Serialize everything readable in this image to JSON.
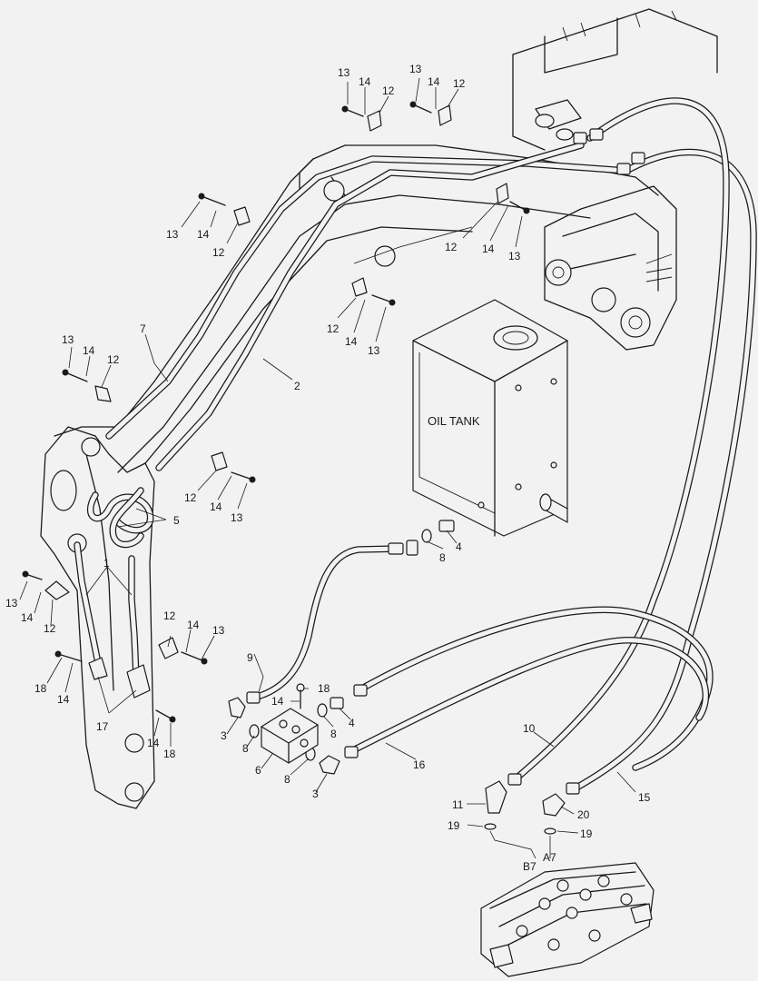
{
  "diagram": {
    "tank_label": "OIL TANK",
    "callouts": [
      {
        "text": "13"
      },
      {
        "text": "14"
      },
      {
        "text": "12"
      },
      {
        "text": "13"
      },
      {
        "text": "14"
      },
      {
        "text": "12"
      },
      {
        "text": "13"
      },
      {
        "text": "14"
      },
      {
        "text": "12"
      },
      {
        "text": "12"
      },
      {
        "text": "14"
      },
      {
        "text": "13"
      },
      {
        "text": "12"
      },
      {
        "text": "14"
      },
      {
        "text": "13"
      },
      {
        "text": "7"
      },
      {
        "text": "2"
      },
      {
        "text": "13"
      },
      {
        "text": "14"
      },
      {
        "text": "12"
      },
      {
        "text": "12"
      },
      {
        "text": "14"
      },
      {
        "text": "13"
      },
      {
        "text": "5"
      },
      {
        "text": "1"
      },
      {
        "text": "13"
      },
      {
        "text": "14"
      },
      {
        "text": "12"
      },
      {
        "text": "12"
      },
      {
        "text": "14"
      },
      {
        "text": "13"
      },
      {
        "text": "18"
      },
      {
        "text": "14"
      },
      {
        "text": "17"
      },
      {
        "text": "14"
      },
      {
        "text": "18"
      },
      {
        "text": "8"
      },
      {
        "text": "4"
      },
      {
        "text": "9"
      },
      {
        "text": "18"
      },
      {
        "text": "14"
      },
      {
        "text": "3"
      },
      {
        "text": "8"
      },
      {
        "text": "8"
      },
      {
        "text": "4"
      },
      {
        "text": "6"
      },
      {
        "text": "8"
      },
      {
        "text": "3"
      },
      {
        "text": "16"
      },
      {
        "text": "10"
      },
      {
        "text": "15"
      },
      {
        "text": "11"
      },
      {
        "text": "20"
      },
      {
        "text": "19"
      },
      {
        "text": "19"
      },
      {
        "text": "B7"
      },
      {
        "text": "A7"
      }
    ]
  }
}
